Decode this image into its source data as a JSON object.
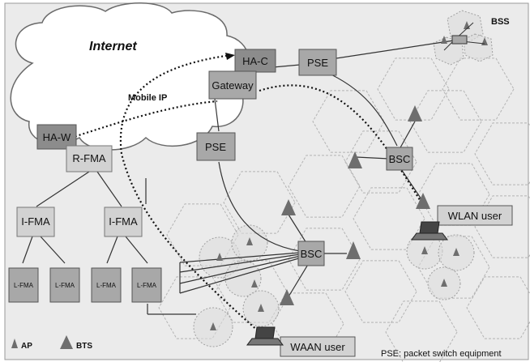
{
  "labels": {
    "internet": "Internet",
    "mobile_ip": "Mobile IP",
    "bss": "BSS",
    "ha_c": "HA-C",
    "gateway": "Gateway",
    "pse_top": "PSE",
    "pse_mid": "PSE",
    "ha_w": "HA-W",
    "r_fma": "R-FMA",
    "i_fma_1": "I-FMA",
    "i_fma_2": "I-FMA",
    "l_fma_1": "L-FMA",
    "l_fma_2": "L-FMA",
    "l_fma_3": "L-FMA",
    "l_fma_4": "L-FMA",
    "bsc_upper": "BSC",
    "bsc_lower": "BSC",
    "wlan_user": "WLAN user",
    "waan_user": "WAAN user",
    "legend_ap": "AP",
    "legend_bts": "BTS",
    "pse_note": "PSE: packet switch equipment"
  },
  "colors": {
    "background": "#ebebeb",
    "cloud_fill": "#ffffff",
    "box_dark": "#8c8c8c",
    "box_mid": "#a8a8a8",
    "box_light": "#d2d2d2",
    "hex_stroke": "#b0b0b0",
    "bts_fill": "#6e6e6e"
  }
}
